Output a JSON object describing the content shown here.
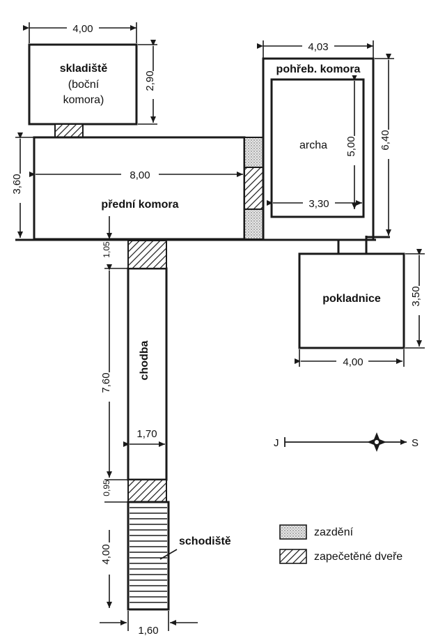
{
  "rooms": {
    "skladiste": {
      "name": "skladiště",
      "subtitle_1": "(boční",
      "subtitle_2": "komora)"
    },
    "predni_komora": {
      "name": "přední komora"
    },
    "pohreb_komora": {
      "name": "pohřeb. komora",
      "archa": "archa"
    },
    "pokladnice": {
      "name": "pokladnice"
    },
    "chodba": {
      "name": "chodba"
    },
    "schodiste": {
      "name": "schodiště"
    }
  },
  "dimensions": {
    "skladiste_width": "4,00",
    "skladiste_height": "2,90",
    "predni_height": "3,60",
    "predni_width": "8,00",
    "pohreb_width": "4,03",
    "pohreb_height": "6,40",
    "archa_height": "5,00",
    "archa_width": "3,30",
    "pokladnice_height": "3,50",
    "pokladnice_width": "4,00",
    "chodba_entry": "1,05",
    "chodba_length": "7,60",
    "chodba_width": "1,70",
    "door_gap": "0,95",
    "stairs_length": "4,00",
    "stairs_width": "1,60"
  },
  "compass": {
    "west_label": "J",
    "east_label": "S"
  },
  "legend": {
    "blocked": "zazdění",
    "sealed": "zapečetěné dveře"
  },
  "colors": {
    "ink": "#1a1a1a",
    "paper": "#ffffff"
  }
}
